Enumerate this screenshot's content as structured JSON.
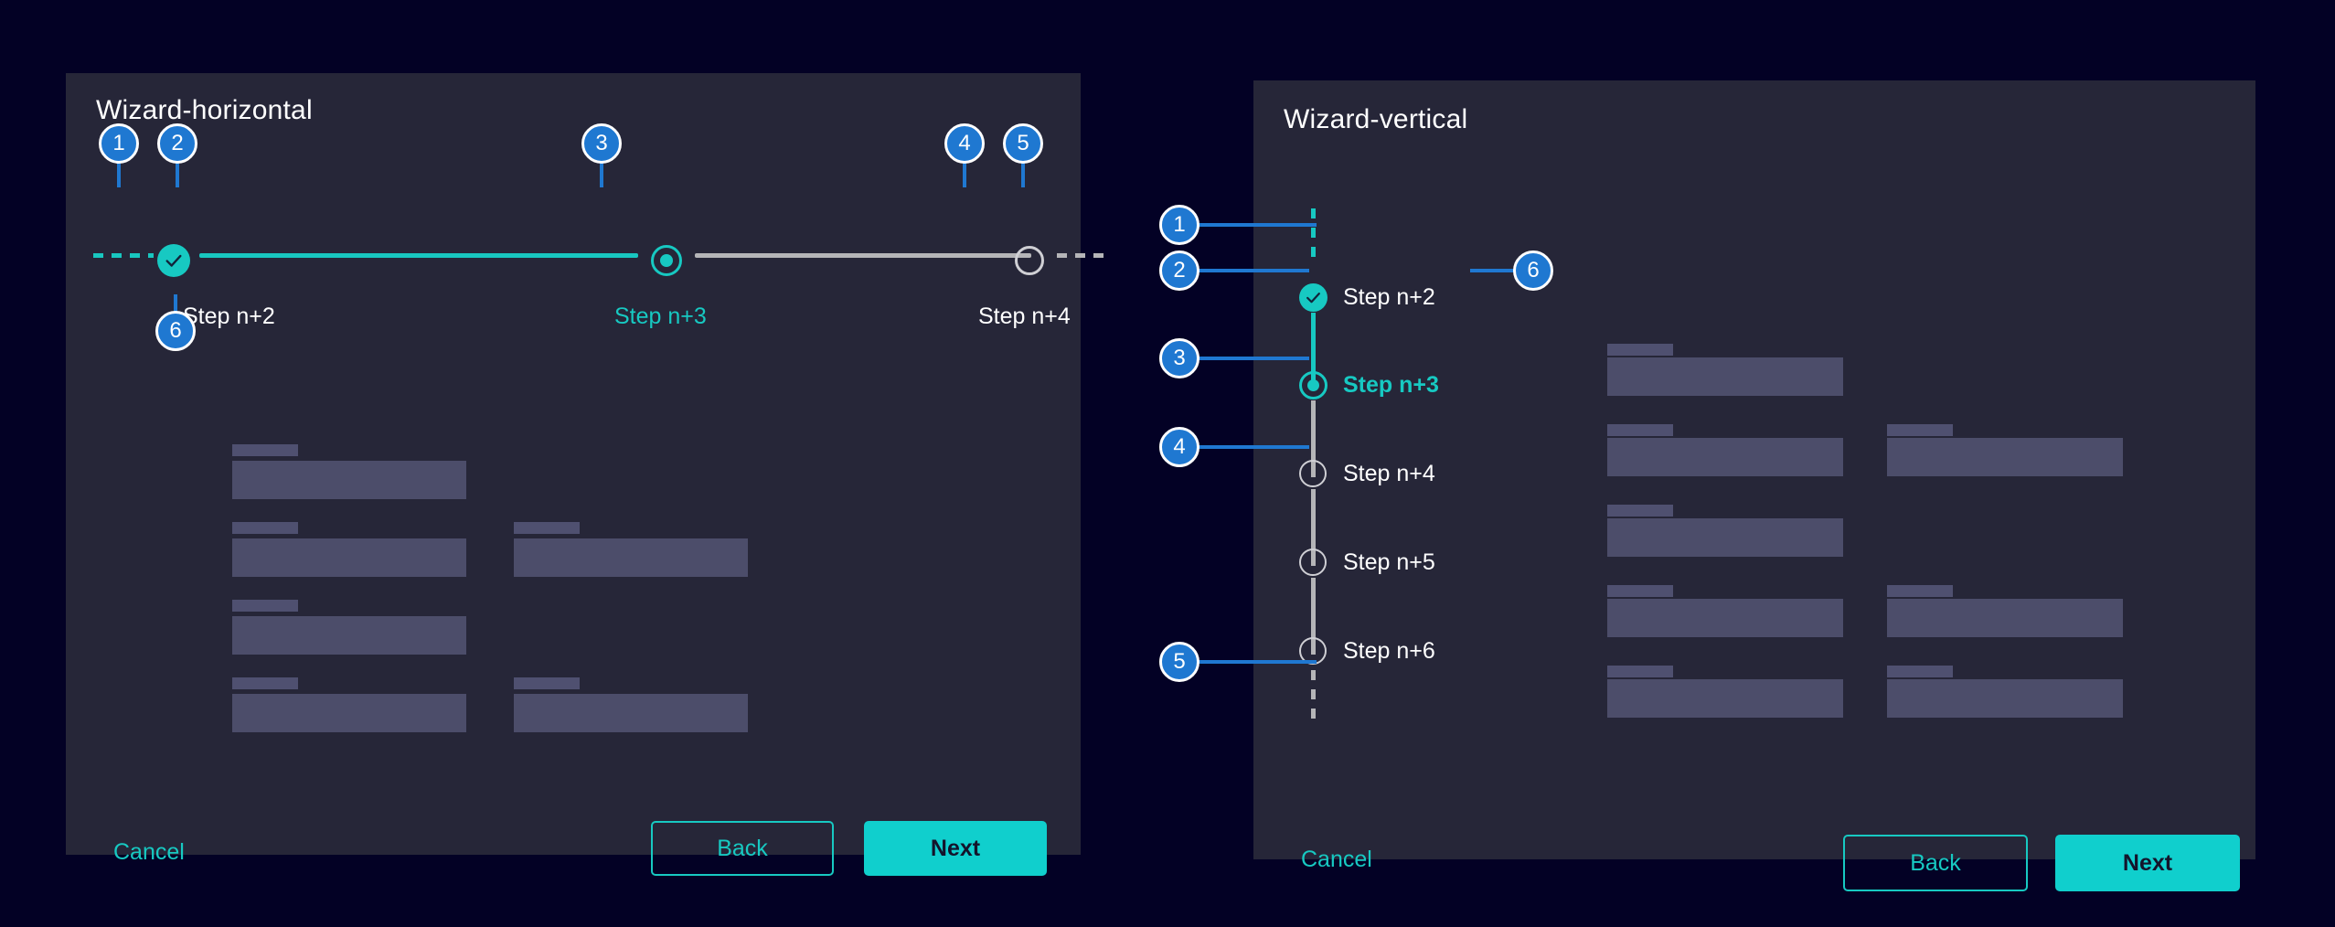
{
  "background_color": "#030125",
  "card_color": "#262638",
  "accent_color": "#17c9c2",
  "annotation_color": "#1f78d1",
  "skeleton_label_color": "#4f5070",
  "skeleton_field_color": "#4c4d6a",
  "horizontal_card": {
    "title": "Wizard-horizontal",
    "steps": [
      {
        "label": "Step n+2",
        "state": "complete"
      },
      {
        "label": "Step n+3",
        "state": "current"
      },
      {
        "label": "Step n+4",
        "state": "upcoming"
      }
    ],
    "footer": {
      "cancel_label": "Cancel",
      "back_label": "Back",
      "next_label": "Next"
    },
    "skeleton_rows": [
      {
        "left": true,
        "right": false
      },
      {
        "left": true,
        "right": true
      },
      {
        "left": true,
        "right": false
      },
      {
        "left": true,
        "right": true
      }
    ]
  },
  "vertical_card": {
    "title": "Wizard-vertical",
    "steps": [
      {
        "label": "Step n+2",
        "state": "complete"
      },
      {
        "label": "Step n+3",
        "state": "current"
      },
      {
        "label": "Step n+4",
        "state": "upcoming"
      },
      {
        "label": "Step n+5",
        "state": "upcoming"
      },
      {
        "label": "Step n+6",
        "state": "upcoming"
      }
    ],
    "footer": {
      "cancel_label": "Cancel",
      "back_label": "Back",
      "next_label": "Next"
    },
    "skeleton_rows": [
      {
        "left": true,
        "right": false
      },
      {
        "left": true,
        "right": true
      },
      {
        "left": true,
        "right": false
      },
      {
        "left": true,
        "right": true
      },
      {
        "left": true,
        "right": true
      }
    ]
  },
  "annotations": {
    "horizontal": [
      {
        "id": "1",
        "target": "leading-dashed-line"
      },
      {
        "id": "2",
        "target": "completed-step-node"
      },
      {
        "id": "3",
        "target": "current-step-node"
      },
      {
        "id": "4",
        "target": "upcoming-step-node"
      },
      {
        "id": "5",
        "target": "trailing-dashed-line"
      },
      {
        "id": "6",
        "target": "step-content-area"
      }
    ],
    "vertical": [
      {
        "id": "1",
        "target": "leading-dashed-line"
      },
      {
        "id": "2",
        "target": "completed-step-node"
      },
      {
        "id": "3",
        "target": "current-step-node"
      },
      {
        "id": "4",
        "target": "upcoming-step-node"
      },
      {
        "id": "5",
        "target": "trailing-dashed-line"
      },
      {
        "id": "6",
        "target": "step-label"
      }
    ]
  }
}
